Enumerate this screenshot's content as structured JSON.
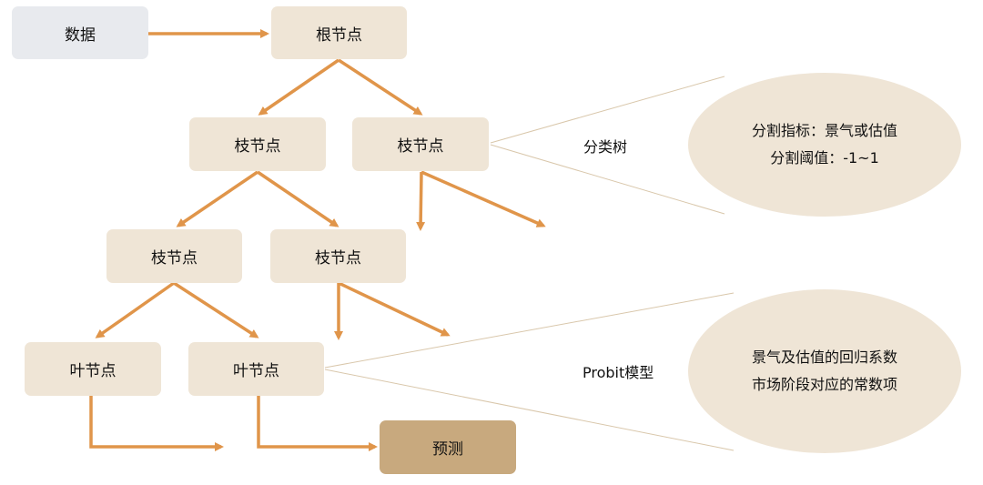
{
  "nodes": {
    "data": "数据",
    "root": "根节点",
    "branch": "枝节点",
    "leaf": "叶节点",
    "predict": "预测"
  },
  "labels": {
    "classification_tree": "分类树",
    "probit_model": "Probit模型"
  },
  "split_info": {
    "line1": "分割指标：景气或估值",
    "line2": "分割阈值：-1~1"
  },
  "probit_info": {
    "line1": "景气及估值的回归系数",
    "line2": "市场阶段对应的常数项"
  },
  "colors": {
    "arrow": "#e0954a",
    "node_fill": "#efe5d6",
    "data_fill": "#e8eaee",
    "predict_fill": "#c8a97e",
    "connector": "#d9c7ab"
  }
}
